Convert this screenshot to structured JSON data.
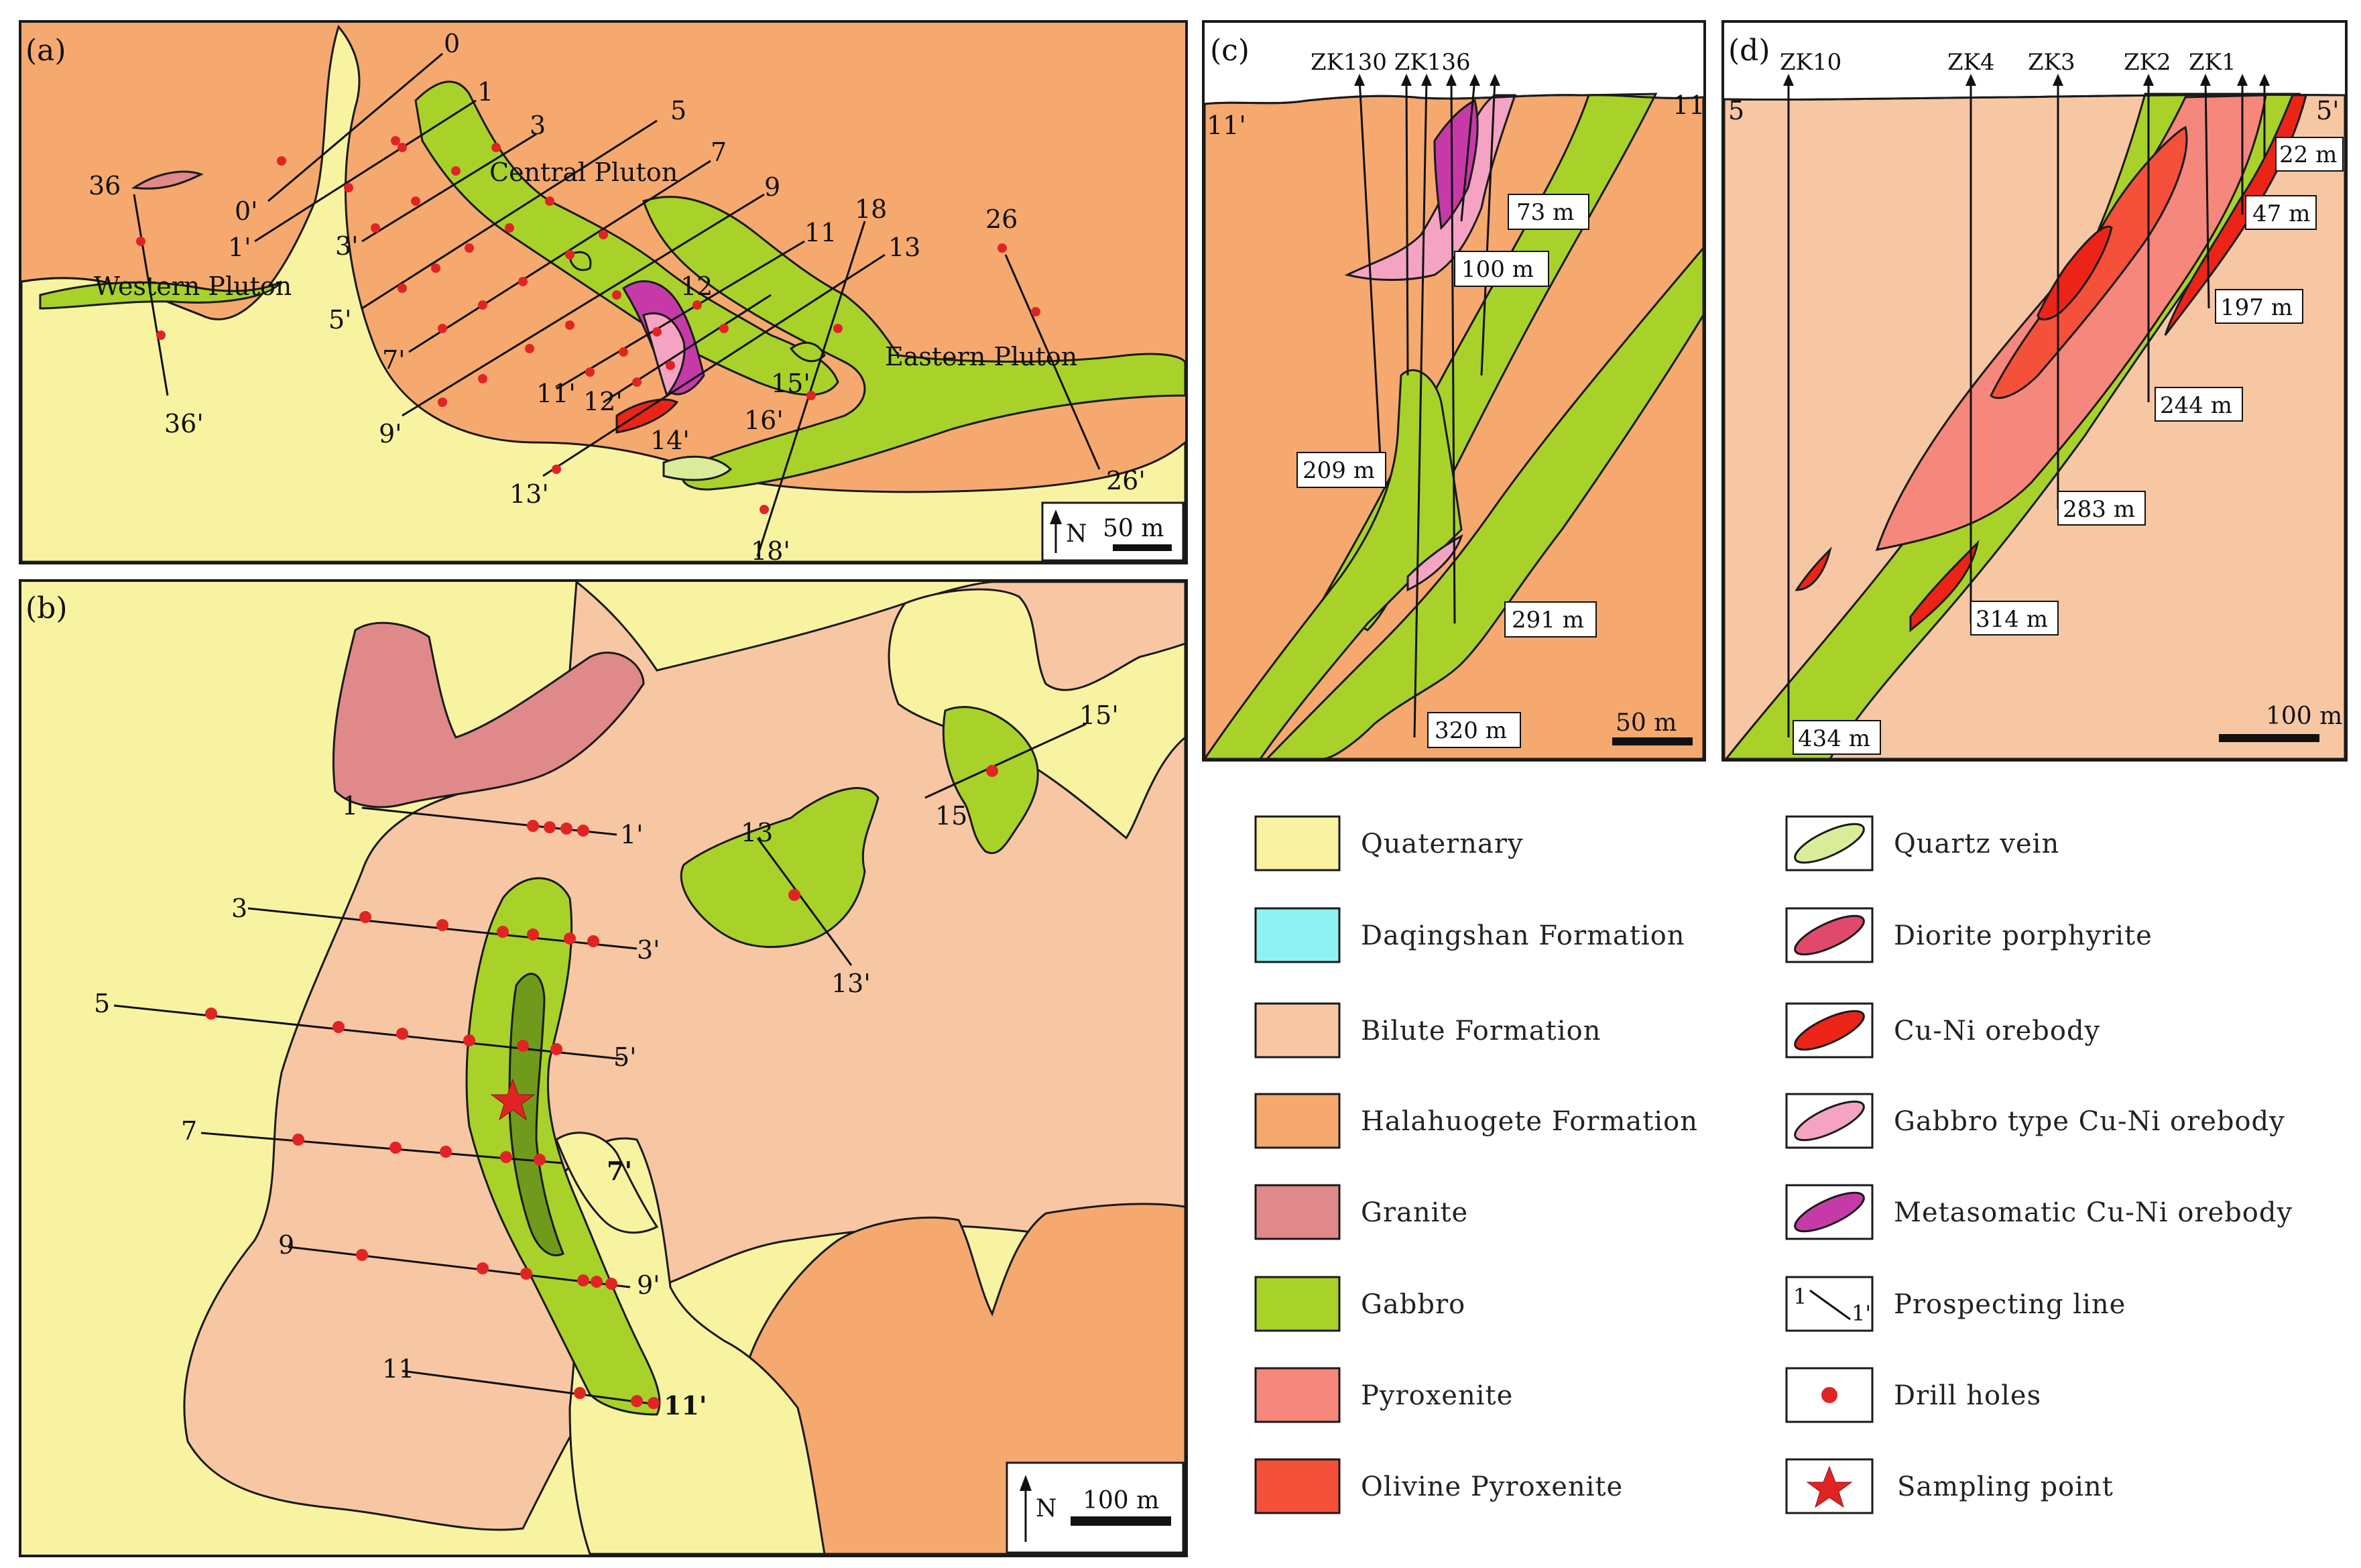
{
  "colors": {
    "quaternary": "#f8f3a0",
    "daqingshan": "#8ff2f2",
    "bilute": "#f7c7a3",
    "halahuogete": "#f5a96f",
    "granite": "#e0898b",
    "gabbro": "#a8d22a",
    "gabbro_dark": "#6f9a1c",
    "pyroxenite": "#f6877c",
    "olivine_pyroxenite": "#f4503a",
    "quartz_vein": "#d9ec9a",
    "diorite_porphyrite": "#e0496b",
    "cu_ni": "#ec2418",
    "gabbro_type": "#f4a4c2",
    "metasomatic": "#c63aa8",
    "drill_hole": "#e02424"
  },
  "panel_a": {
    "letter": "(a)",
    "plutons": [
      "Western Pluton",
      "Central Pluton",
      "Eastern Pluton"
    ],
    "line_labels": [
      "0",
      "0'",
      "1",
      "1'",
      "3",
      "3'",
      "5",
      "5'",
      "7",
      "7'",
      "9",
      "9'",
      "11",
      "11'",
      "12",
      "12'",
      "13",
      "13'",
      "14'",
      "15'",
      "16'",
      "18",
      "18'",
      "26",
      "26'",
      "36",
      "36'"
    ],
    "north": "N",
    "scale": "50 m"
  },
  "panel_b": {
    "letter": "(b)",
    "line_labels": [
      "1",
      "1'",
      "3",
      "3'",
      "5",
      "5'",
      "7",
      "7'",
      "9",
      "9'",
      "11",
      "11'",
      "13",
      "13'",
      "15",
      "15'"
    ],
    "north": "N",
    "scale": "100 m"
  },
  "panel_c": {
    "letter": "(c)",
    "holes": "ZK130 ZK136",
    "ends": [
      "11'",
      "11"
    ],
    "depths": [
      "73 m",
      "100 m",
      "209 m",
      "291 m",
      "320 m"
    ],
    "scale": "50 m"
  },
  "panel_d": {
    "letter": "(d)",
    "holes": [
      "ZK10",
      "ZK4",
      "ZK3",
      "ZK2",
      "ZK1"
    ],
    "ends": [
      "5",
      "5'"
    ],
    "depths": [
      "22 m",
      "47 m",
      "197 m",
      "244 m",
      "283 m",
      "314 m",
      "434 m"
    ],
    "scale": "100 m"
  },
  "legend": {
    "left": [
      "Quaternary",
      "Daqingshan Formation",
      "Bilute Formation",
      "Halahuogete Formation",
      "Granite",
      "Gabbro",
      "Pyroxenite",
      "Olivine Pyroxenite"
    ],
    "right": [
      "Quartz vein",
      "Diorite porphyrite",
      "Cu-Ni orebody",
      "Gabbro type Cu-Ni orebody",
      "Metasomatic Cu-Ni orebody",
      "Prospecting line",
      "Drill holes",
      "Sampling point"
    ],
    "prospecting_icon": [
      "1",
      "1'"
    ]
  }
}
